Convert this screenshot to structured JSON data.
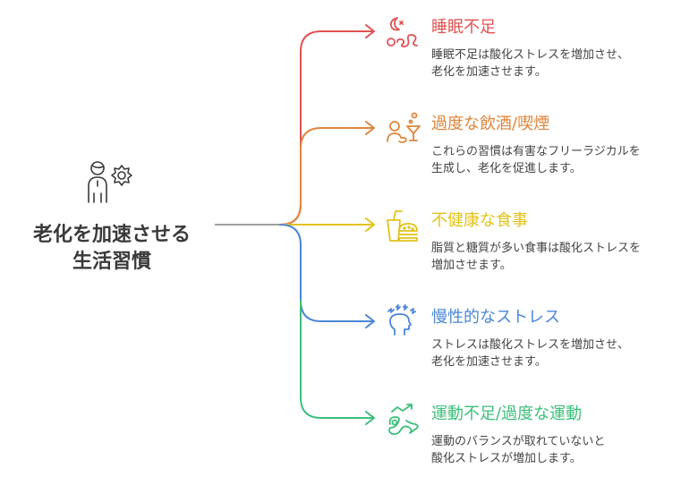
{
  "root": {
    "title_line1": "老化を加速させる",
    "title_line2": "生活習慣",
    "icon": "person-gear-icon",
    "color": "#3a3a3a",
    "connector_color": "#9e9e9e"
  },
  "branches": [
    {
      "title": "睡眠不足",
      "desc_line1": "睡眠不足は酸化ストレスを増加させ、",
      "desc_line2": "老化を加速させます。",
      "icon": "sleep-moon-icon",
      "color": "#e05252"
    },
    {
      "title": "過度な飲酒/喫煙",
      "desc_line1": "これらの習慣は有害なフリーラジカルを",
      "desc_line2": "生成し、老化を促進します。",
      "icon": "person-cocktail-icon",
      "color": "#e0853a"
    },
    {
      "title": "不健康な食事",
      "desc_line1": "脂質と糖質が多い食事は酸化ストレスを",
      "desc_line2": "増加させます。",
      "icon": "fast-food-icon",
      "color": "#e2c21a"
    },
    {
      "title": "慢性的なストレス",
      "desc_line1": "ストレスは酸化ストレスを増加させ、",
      "desc_line2": "老化を加速させます。",
      "icon": "stressed-head-icon",
      "color": "#4a86d8"
    },
    {
      "title": "運動不足/過度な運動",
      "desc_line1": "運動のバランスが取れていないと",
      "desc_line2": "酸化ストレスが増加します。",
      "icon": "exercise-trend-icon",
      "color": "#3cbf7a"
    }
  ]
}
